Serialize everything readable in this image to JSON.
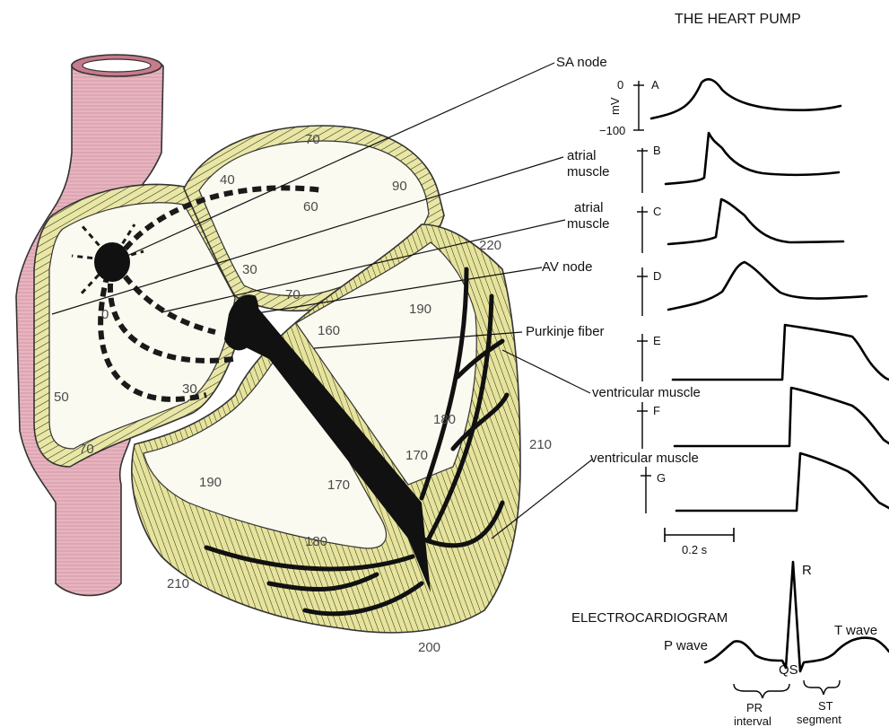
{
  "title": "THE HEART PUMP",
  "colors": {
    "vessel": "#e8b4c0",
    "myocardium": "#e8e6a8",
    "chamber": "#fbfaf0",
    "conduction": "#1a1a1a"
  },
  "structure_labels": {
    "sa_node": "SA node",
    "atrial_muscle_1": "atrial\nmuscle",
    "atrial_muscle_2": "atrial\nmuscle",
    "av_node": "AV node",
    "purkinje": "Purkinje fiber",
    "ventricular_muscle_1": "ventricular muscle",
    "ventricular_muscle_2": "ventricular muscle"
  },
  "activation_times_ms": [
    "70",
    "90",
    "40",
    "60",
    "30",
    "0",
    "70",
    "190",
    "220",
    "160",
    "50",
    "30",
    "70",
    "180",
    "210",
    "170",
    "190",
    "170",
    "180",
    "210",
    "200"
  ],
  "ap_panel": {
    "ylabel": "mV",
    "tick_top": "0",
    "tick_bottom": "−100",
    "traces": [
      "A",
      "B",
      "C",
      "D",
      "E",
      "F",
      "G"
    ],
    "scale_bar": "0.2 s"
  },
  "ecg": {
    "title": "ELECTROCARDIOGRAM",
    "p_wave": "P wave",
    "r": "R",
    "qs": "QS",
    "t_wave": "T wave",
    "pr_interval": "PR\ninterval",
    "st_segment": "ST\nsegment"
  }
}
